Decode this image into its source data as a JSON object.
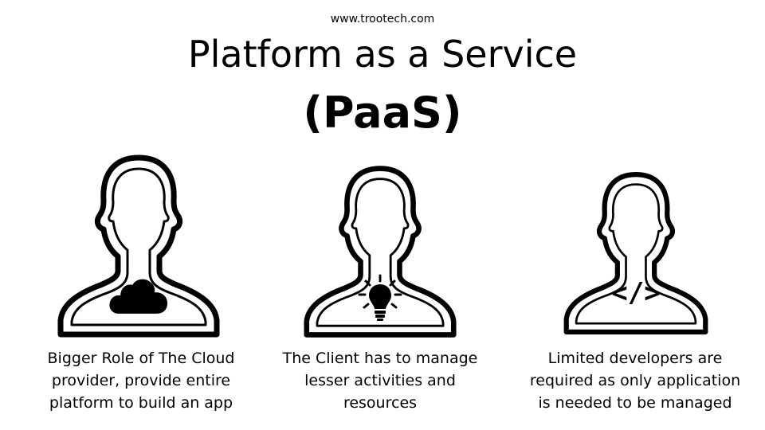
{
  "header": {
    "url": "www.trootech.com",
    "title": "Platform as a Service",
    "subtitle": "(PaaS)"
  },
  "columns": [
    {
      "icon": "cloud-icon",
      "lines": [
        "Bigger Role of The Cloud",
        "provider, provide entire",
        "platform to build an app"
      ]
    },
    {
      "icon": "lightbulb-icon",
      "lines": [
        "The Client has to manage",
        "lesser activities and",
        "resources"
      ]
    },
    {
      "icon": "code-icon",
      "code_symbol": "</>",
      "lines": [
        "Limited developers are",
        "required as only application",
        "is needed to be managed"
      ]
    }
  ]
}
